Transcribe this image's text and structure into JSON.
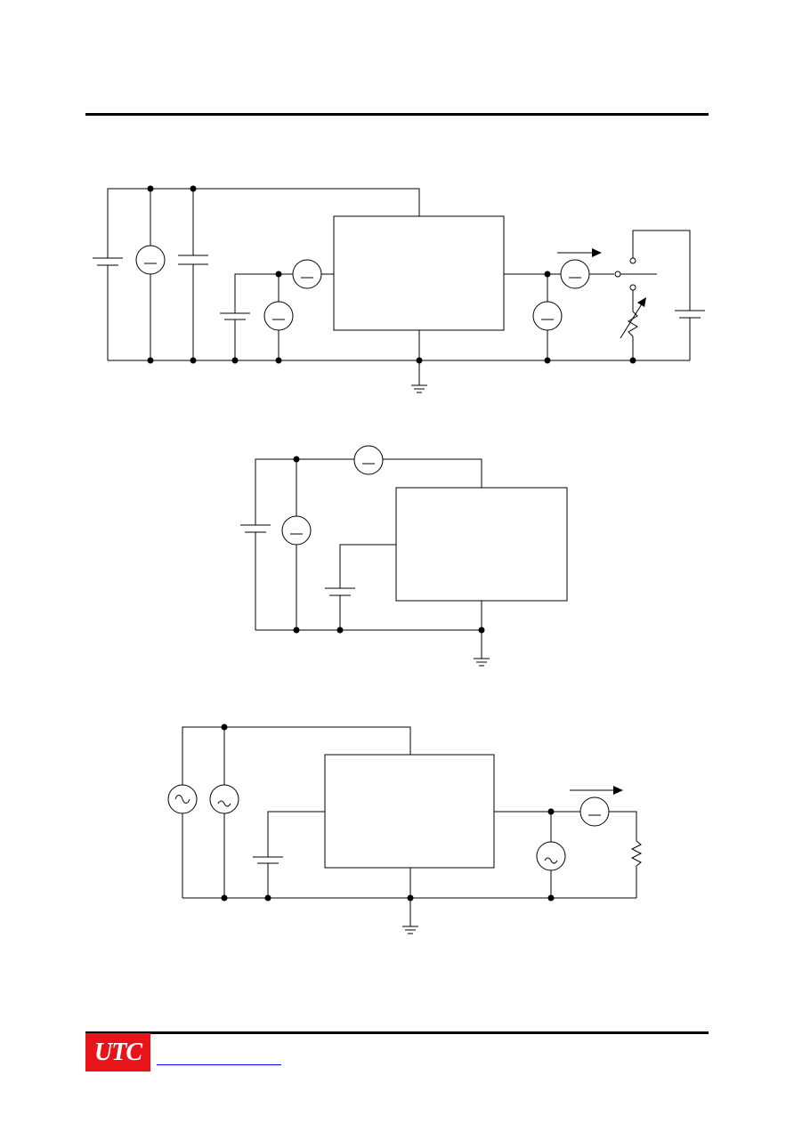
{
  "header": {},
  "diagrams": [
    {
      "id": "test-circuit-1"
    },
    {
      "id": "test-circuit-2"
    },
    {
      "id": "test-circuit-3"
    }
  ],
  "footer": {
    "logo_text": "UTC",
    "link_text": "",
    "colors": {
      "logo_red": "#e8141a",
      "link_blue": "#0000ff"
    }
  }
}
